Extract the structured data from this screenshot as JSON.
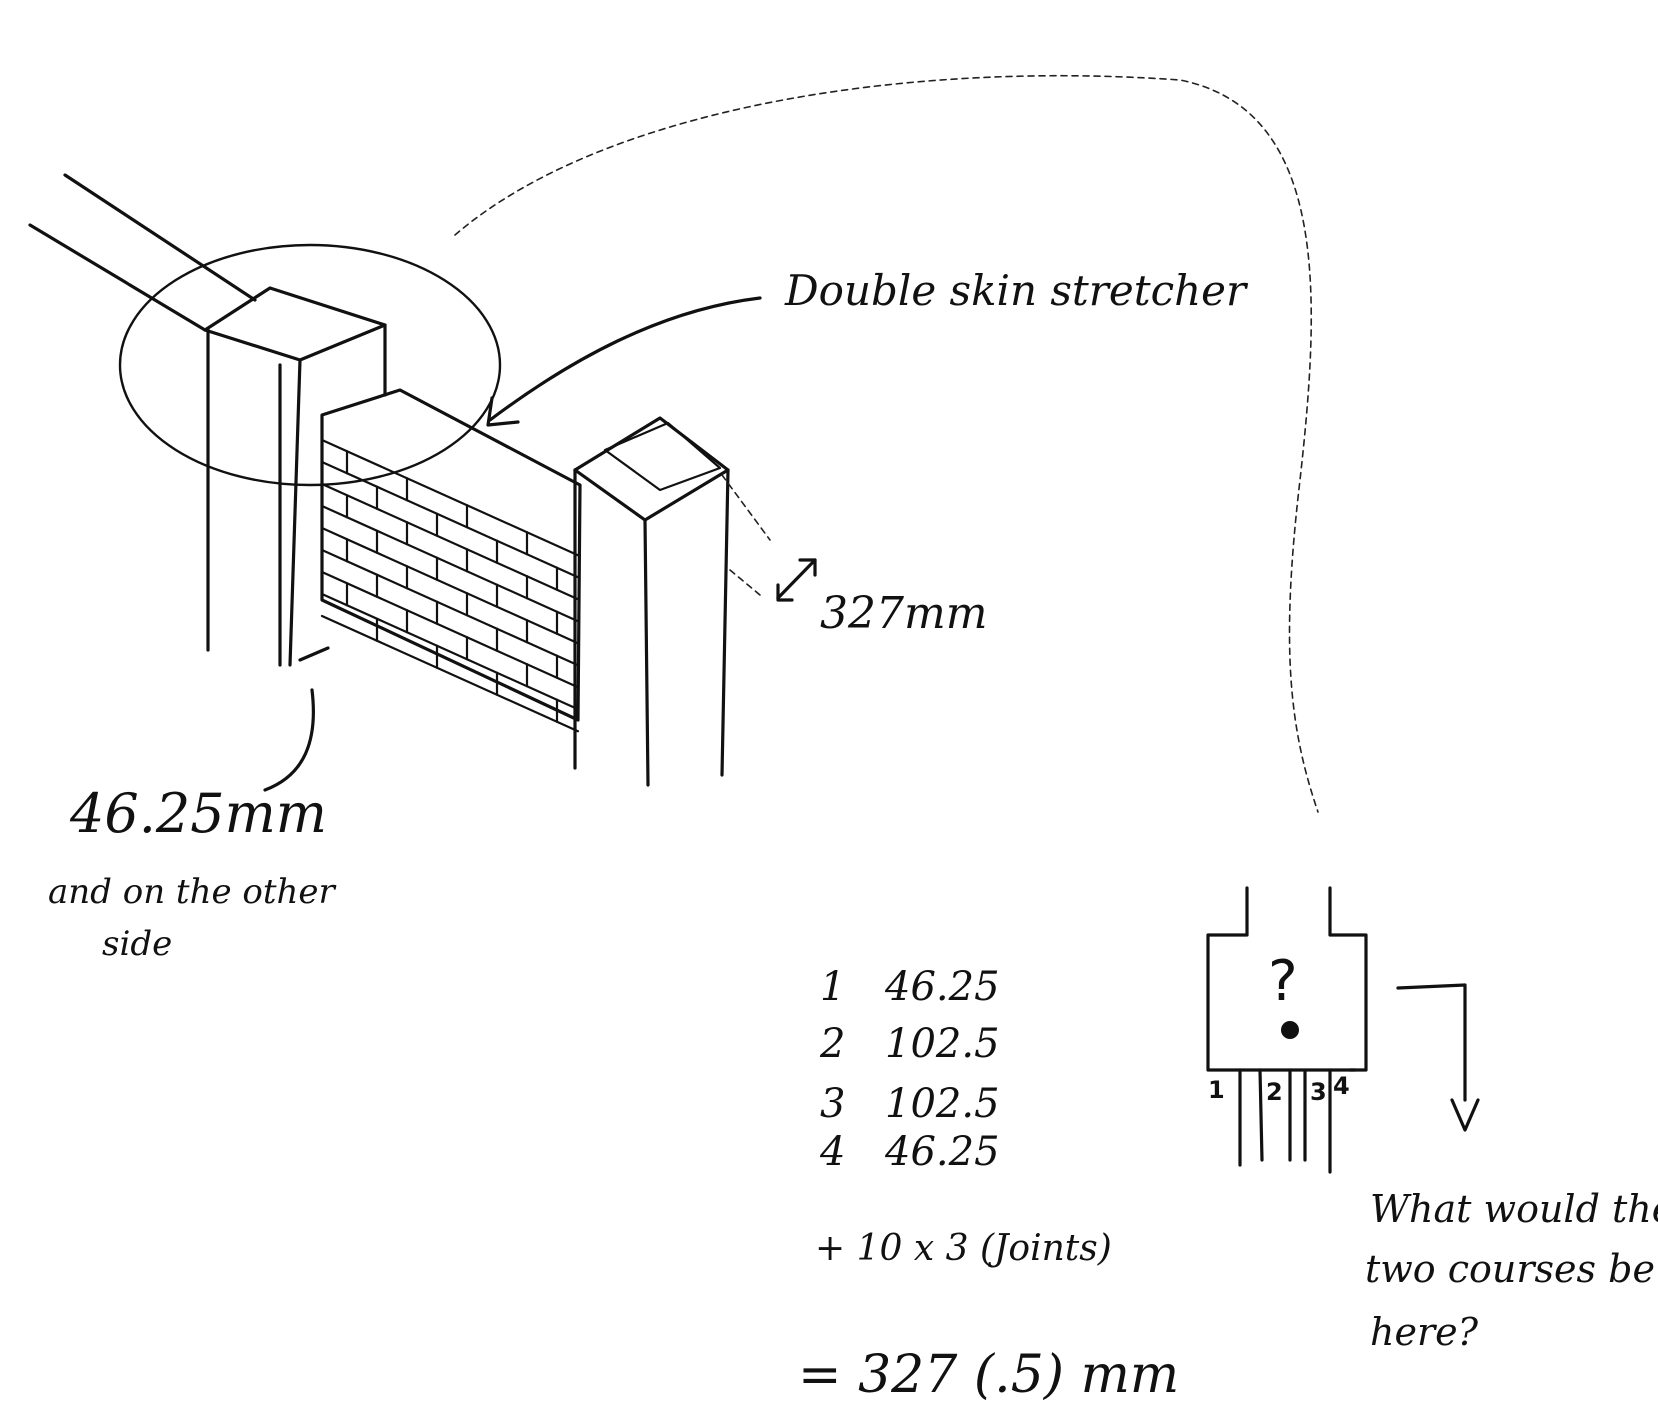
{
  "labels": {
    "double_skin": "Double skin stretcher",
    "pier_depth": "327mm",
    "side_width": "46.25mm",
    "side_note_1": "and on the other",
    "side_note_2": "side"
  },
  "calc": {
    "rows": [
      {
        "num": "1",
        "value": "46.25"
      },
      {
        "num": "2",
        "value": "102.5"
      },
      {
        "num": "3",
        "value": "102.5"
      },
      {
        "num": "4",
        "value": "46.25"
      }
    ],
    "joints": "+   10 x 3 (Joints)",
    "total": "= 327 (.5) mm"
  },
  "plan": {
    "question_mark": "?",
    "slots": [
      "1",
      "2",
      "3",
      "4"
    ]
  },
  "question": {
    "line1": "What would the",
    "line2": "two courses be",
    "line3": "here?"
  }
}
